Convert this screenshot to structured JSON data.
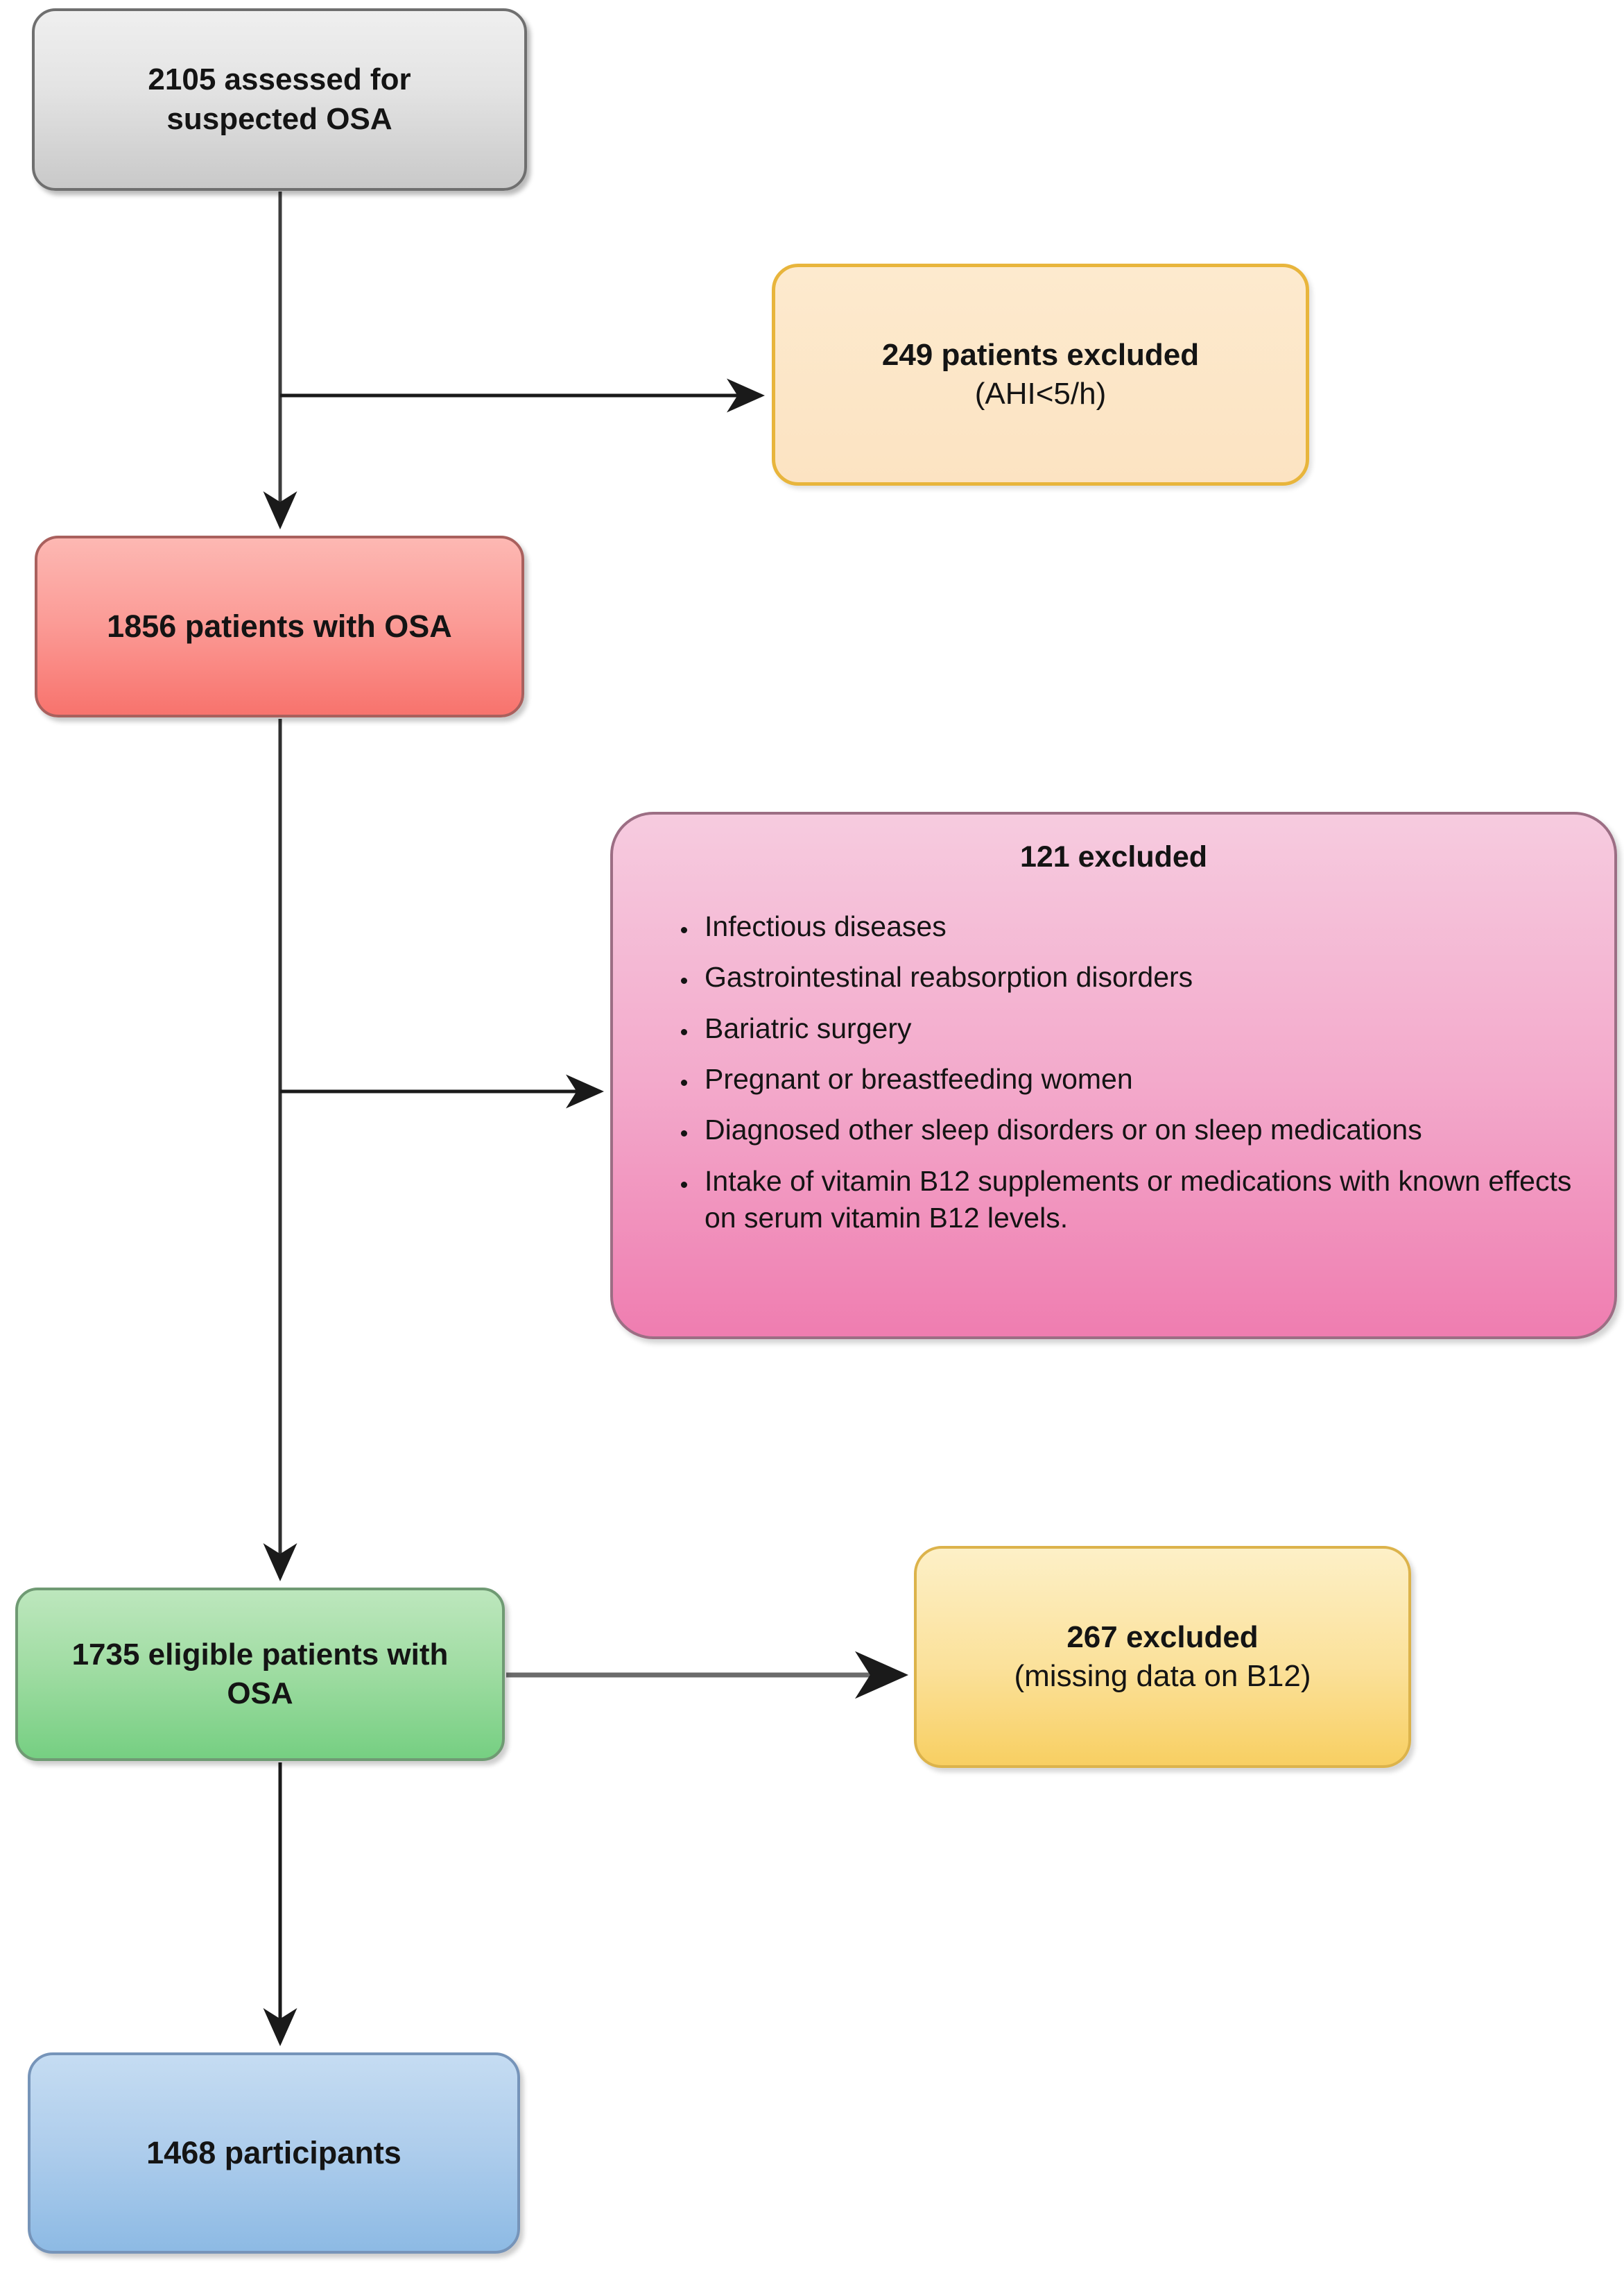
{
  "diagram": {
    "title": "OSA study participant flow diagram",
    "type": "flowchart",
    "background": "#ffffff"
  },
  "nodes": {
    "assessed": {
      "line1": "2105 assessed for",
      "line2": "suspected OSA",
      "fill_top": "#efefef",
      "fill_bottom": "#c9c9c9",
      "border": "#6f6f6f"
    },
    "excluded_ahi": {
      "line1": "249 patients excluded",
      "line2": "(AHI<5/h)",
      "fill_top": "#fdeace",
      "fill_bottom": "#fce3c2",
      "border": "#e8b53c"
    },
    "osa_1856": {
      "line1": "1856 patients with OSA",
      "fill_top": "#fdb8b3",
      "fill_bottom": "#f8736d",
      "border": "#a9605d"
    },
    "excluded_121": {
      "header": "121 excluded",
      "bullets": [
        "Infectious diseases",
        "Gastrointestinal reabsorption disorders",
        "Bariatric surgery",
        "Pregnant or breastfeeding women",
        "Diagnosed other sleep disorders or on sleep medications",
        "Intake of vitamin B12 supplements or medications with known effects on serum vitamin B12 levels."
      ],
      "fill_top": "#f6cbdf",
      "fill_bottom": "#ef7db0",
      "border": "#9c6e84"
    },
    "eligible": {
      "line1": "1735 eligible patients with",
      "line2": "OSA",
      "fill_top": "#bde7bd",
      "fill_bottom": "#76cf82",
      "border": "#6f9a73"
    },
    "excluded_b12": {
      "line1": "267 excluded",
      "line2": "(missing data on B12)",
      "fill_top": "#fdf0c7",
      "fill_bottom": "#f8cf62",
      "border": "#dcb34b"
    },
    "participants": {
      "line1": "1468 participants",
      "fill_top": "#c5dcf2",
      "fill_bottom": "#8dbae4",
      "border": "#7694b9"
    }
  },
  "edges": {
    "stroke_dark": "#1a1a1a",
    "stroke_gray": "#6b6b6b"
  }
}
